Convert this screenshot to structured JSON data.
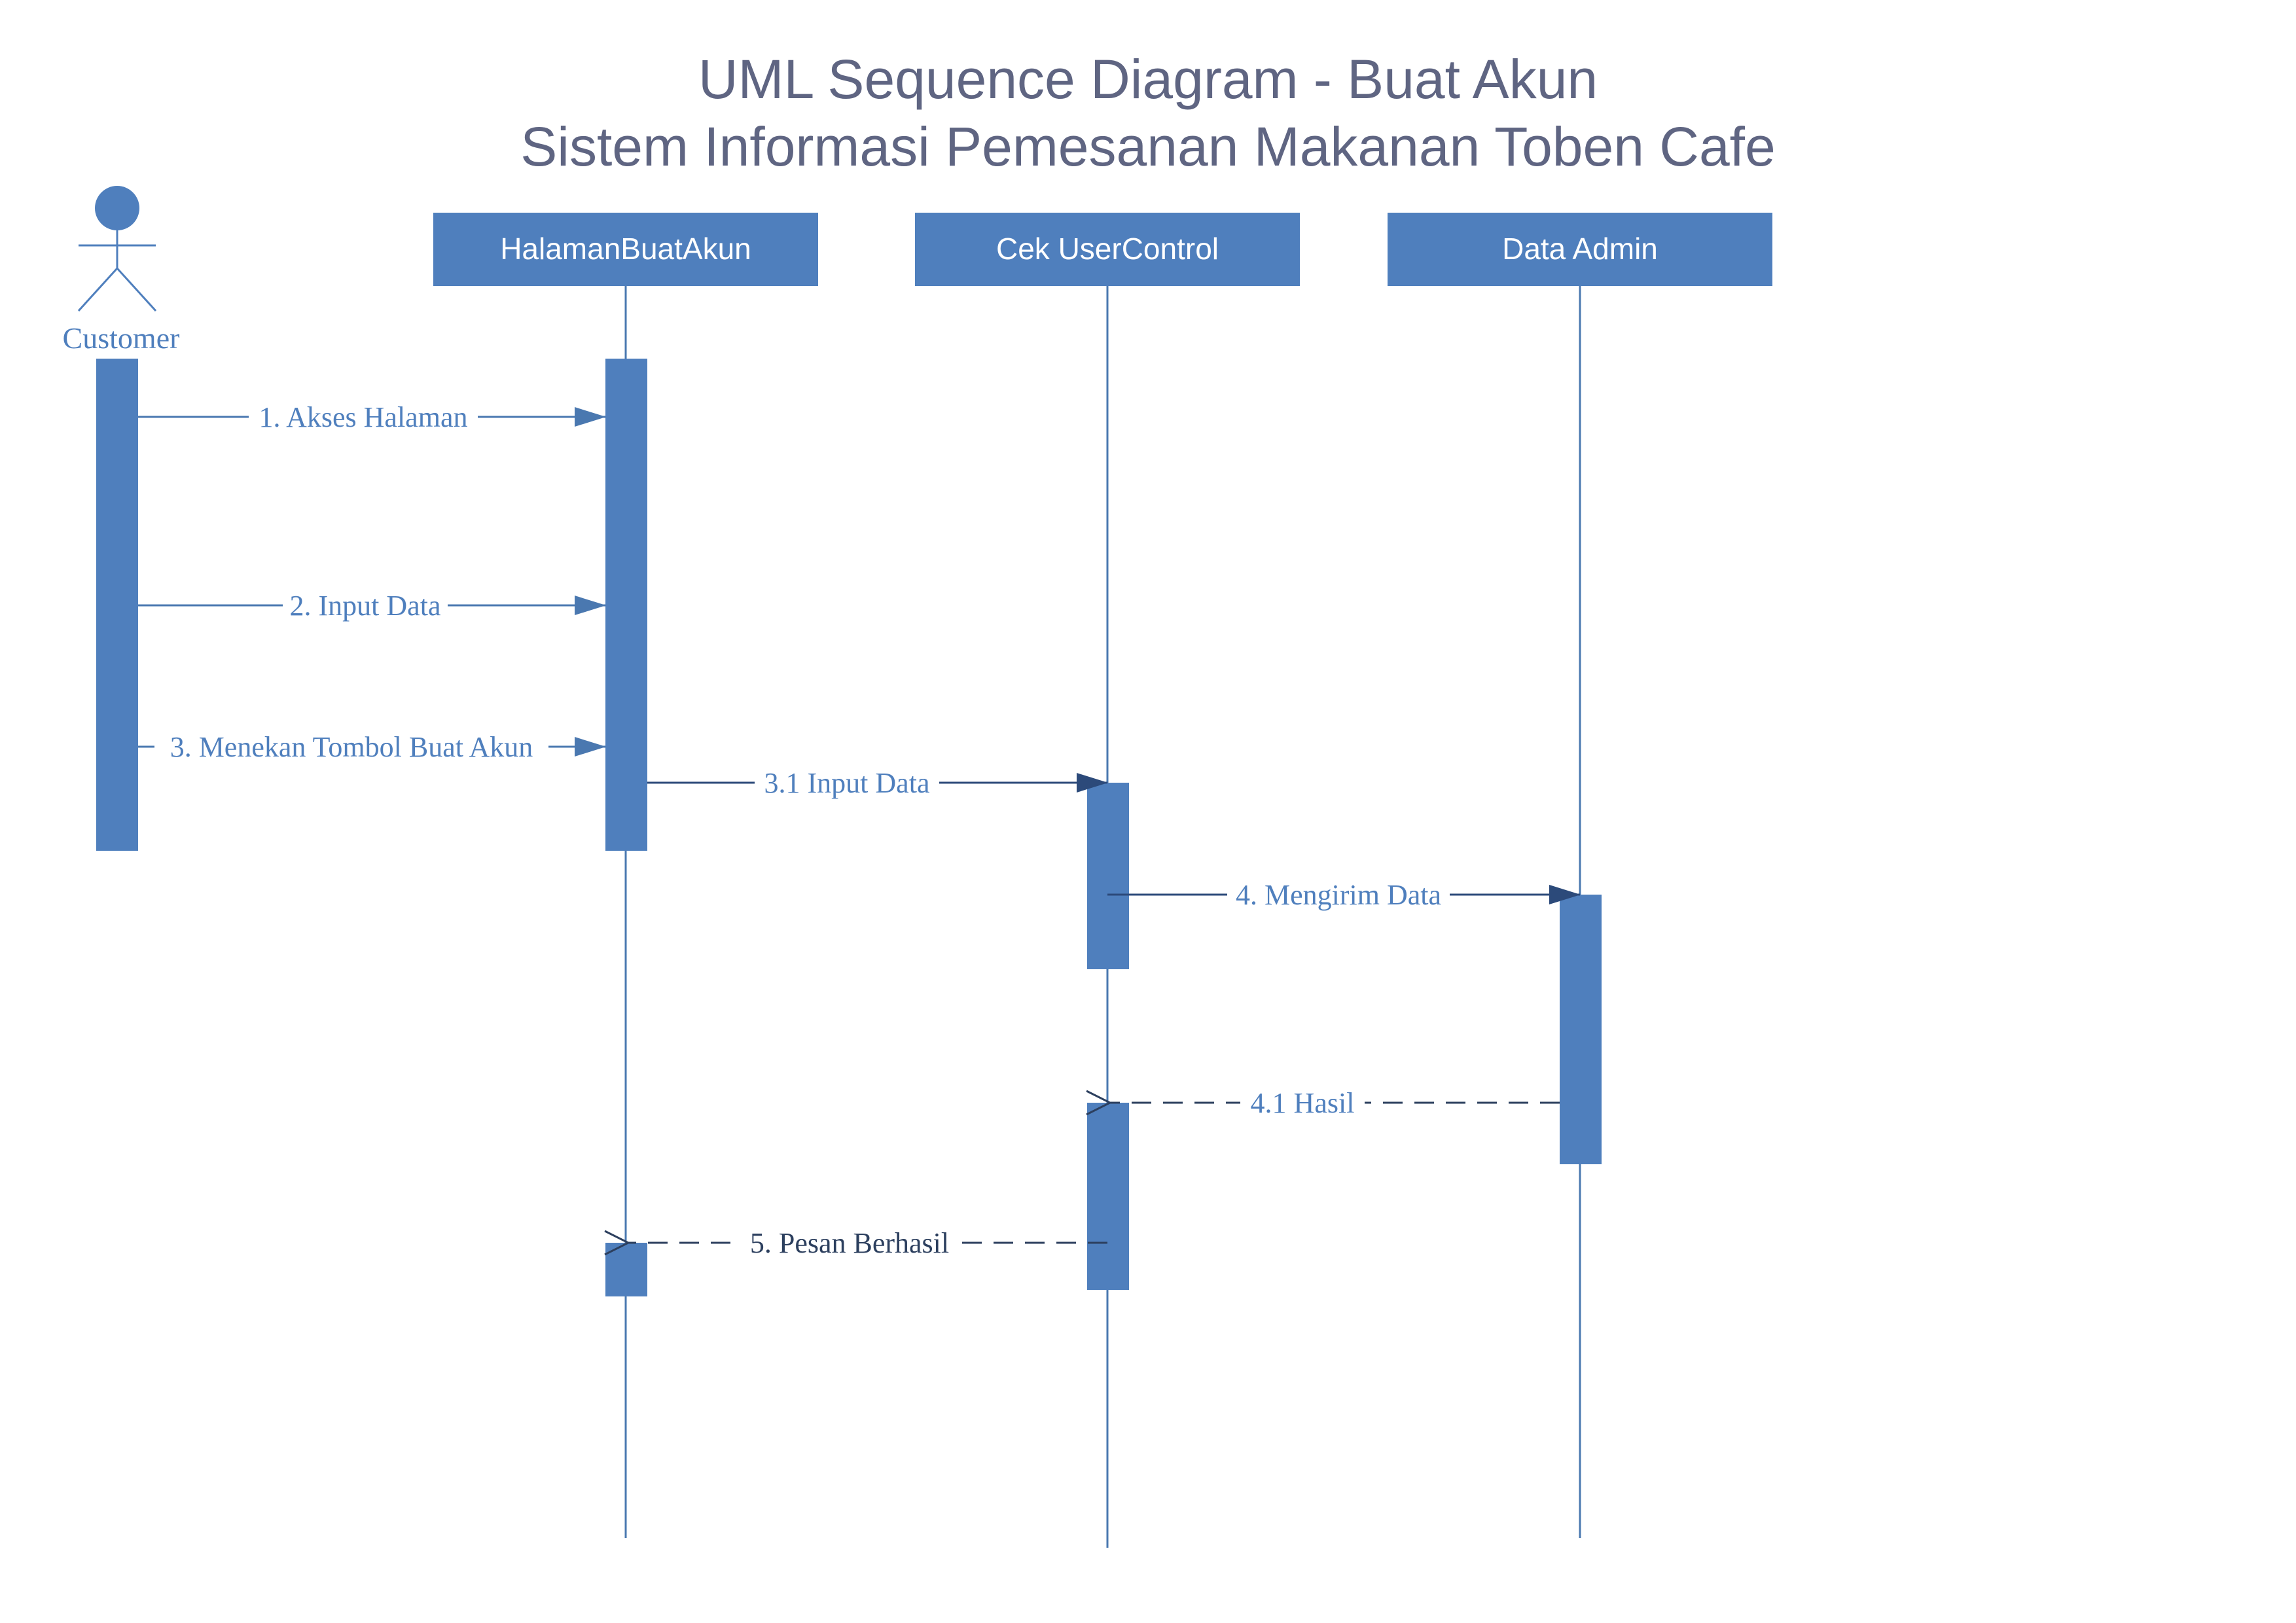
{
  "title": {
    "line1": "UML Sequence Diagram - Buat Akun",
    "line2": "Sistem Informasi Pemesanan Makanan Toben Cafe"
  },
  "colors": {
    "primary": "#4f7fbd",
    "title": "#5f6582",
    "line": "#4a78b0",
    "dark_text": "#2c3f5e"
  },
  "actor": {
    "name": "Customer"
  },
  "participants": [
    {
      "id": "halaman",
      "name": "HalamanBuatAkun"
    },
    {
      "id": "control",
      "name": "Cek UserControl"
    },
    {
      "id": "admin",
      "name": "Data Admin"
    }
  ],
  "messages": [
    {
      "id": "m1",
      "label": "1. Akses Halaman",
      "from": "Customer",
      "to": "HalamanBuatAkun",
      "kind": "call"
    },
    {
      "id": "m2",
      "label": "2. Input Data",
      "from": "Customer",
      "to": "HalamanBuatAkun",
      "kind": "call"
    },
    {
      "id": "m3",
      "label": "3. Menekan Tombol Buat Akun",
      "from": "Customer",
      "to": "HalamanBuatAkun",
      "kind": "call"
    },
    {
      "id": "m31",
      "label": "3.1 Input Data",
      "from": "HalamanBuatAkun",
      "to": "Cek UserControl",
      "kind": "call"
    },
    {
      "id": "m4",
      "label": "4. Mengirim Data",
      "from": "Cek UserControl",
      "to": "Data Admin",
      "kind": "call"
    },
    {
      "id": "m41",
      "label": "4.1 Hasil",
      "from": "Data Admin",
      "to": "Cek UserControl",
      "kind": "return"
    },
    {
      "id": "m5",
      "label": "5. Pesan Berhasil",
      "from": "Cek UserControl",
      "to": "HalamanBuatAkun",
      "kind": "return"
    }
  ]
}
